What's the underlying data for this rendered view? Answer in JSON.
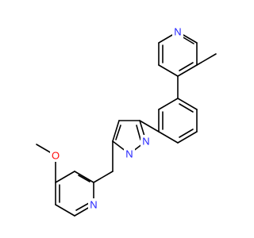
{
  "molecule": {
    "atoms": [
      {
        "id": "N_pyr_top",
        "label": "N",
        "color": "#1f1fff"
      },
      {
        "id": "N_pz1",
        "label": "N",
        "color": "#1f1fff"
      },
      {
        "id": "N_pz2",
        "label": "N",
        "color": "#1f1fff"
      },
      {
        "id": "N_pyr_bottom",
        "label": "N",
        "color": "#1f1fff"
      },
      {
        "id": "O_methoxy",
        "label": "O",
        "color": "#ff0d0d"
      }
    ],
    "bond_color": "#000000"
  }
}
